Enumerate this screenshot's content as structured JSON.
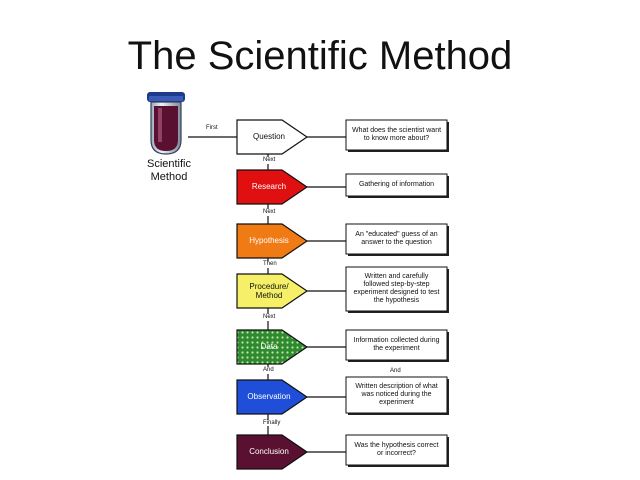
{
  "title": "The Scientific Method",
  "side_label": {
    "line1": "Scientific",
    "line2": "Method"
  },
  "colors": {
    "tube_liquid": "#5a1030",
    "tube_glass": "#c9d2e0",
    "tube_cap": "#1e3a8a",
    "question": "#ffffff",
    "research": "#e01010",
    "hypothesis": "#f07a14",
    "procedure": "#f6f068",
    "data": "#2f8a2f",
    "observation": "#1f4fd8",
    "conclusion": "#5a1030"
  },
  "steps": [
    {
      "id": "question",
      "label": "Question",
      "connector": "First",
      "desc": [
        "What does the scientist want",
        "to know more about?"
      ]
    },
    {
      "id": "research",
      "label": "Research",
      "connector": "Next",
      "desc": [
        "Gathering of information"
      ]
    },
    {
      "id": "hypothesis",
      "label": "Hypothesis",
      "connector": "Next",
      "desc": [
        "An \"educated\" guess of an",
        "answer to the question"
      ]
    },
    {
      "id": "procedure",
      "label": "Procedure/ Method",
      "connector": "Then",
      "desc": [
        "Written and carefully",
        "followed step-by-step",
        "experiment designed to test",
        "the hypothesis"
      ]
    },
    {
      "id": "data",
      "label": "Data",
      "connector": "Next",
      "desc": [
        "Information collected during",
        "the experiment"
      ]
    },
    {
      "id": "observation",
      "label": "Observation",
      "connector": "And",
      "desc": [
        "Written description of what",
        "was noticed during the",
        "experiment"
      ]
    },
    {
      "id": "conclusion",
      "label": "Conclusion",
      "connector": "Finally",
      "desc": [
        "Was the hypothesis correct",
        "or incorrect?"
      ]
    }
  ],
  "extra_connector": "And"
}
